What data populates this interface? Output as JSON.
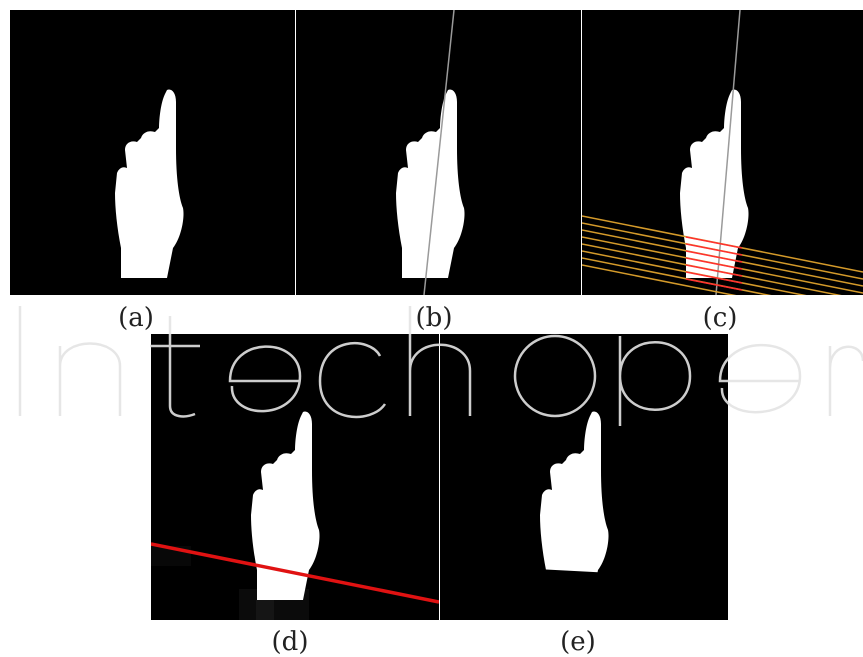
{
  "figure": {
    "panels": [
      {
        "id": "a",
        "caption": "(a)"
      },
      {
        "id": "b",
        "caption": "(b)"
      },
      {
        "id": "c",
        "caption": "(c)"
      },
      {
        "id": "d",
        "caption": "(d)"
      },
      {
        "id": "e",
        "caption": "(e)"
      }
    ]
  },
  "colors": {
    "background": "#000000",
    "hand": "#ffffff",
    "axis_line": "#a0a0a0",
    "scan_lines": "#d8a030",
    "highlight": "#ff2020",
    "cut_line": "#e01010"
  },
  "watermark": {
    "text": "IntechOpen"
  }
}
